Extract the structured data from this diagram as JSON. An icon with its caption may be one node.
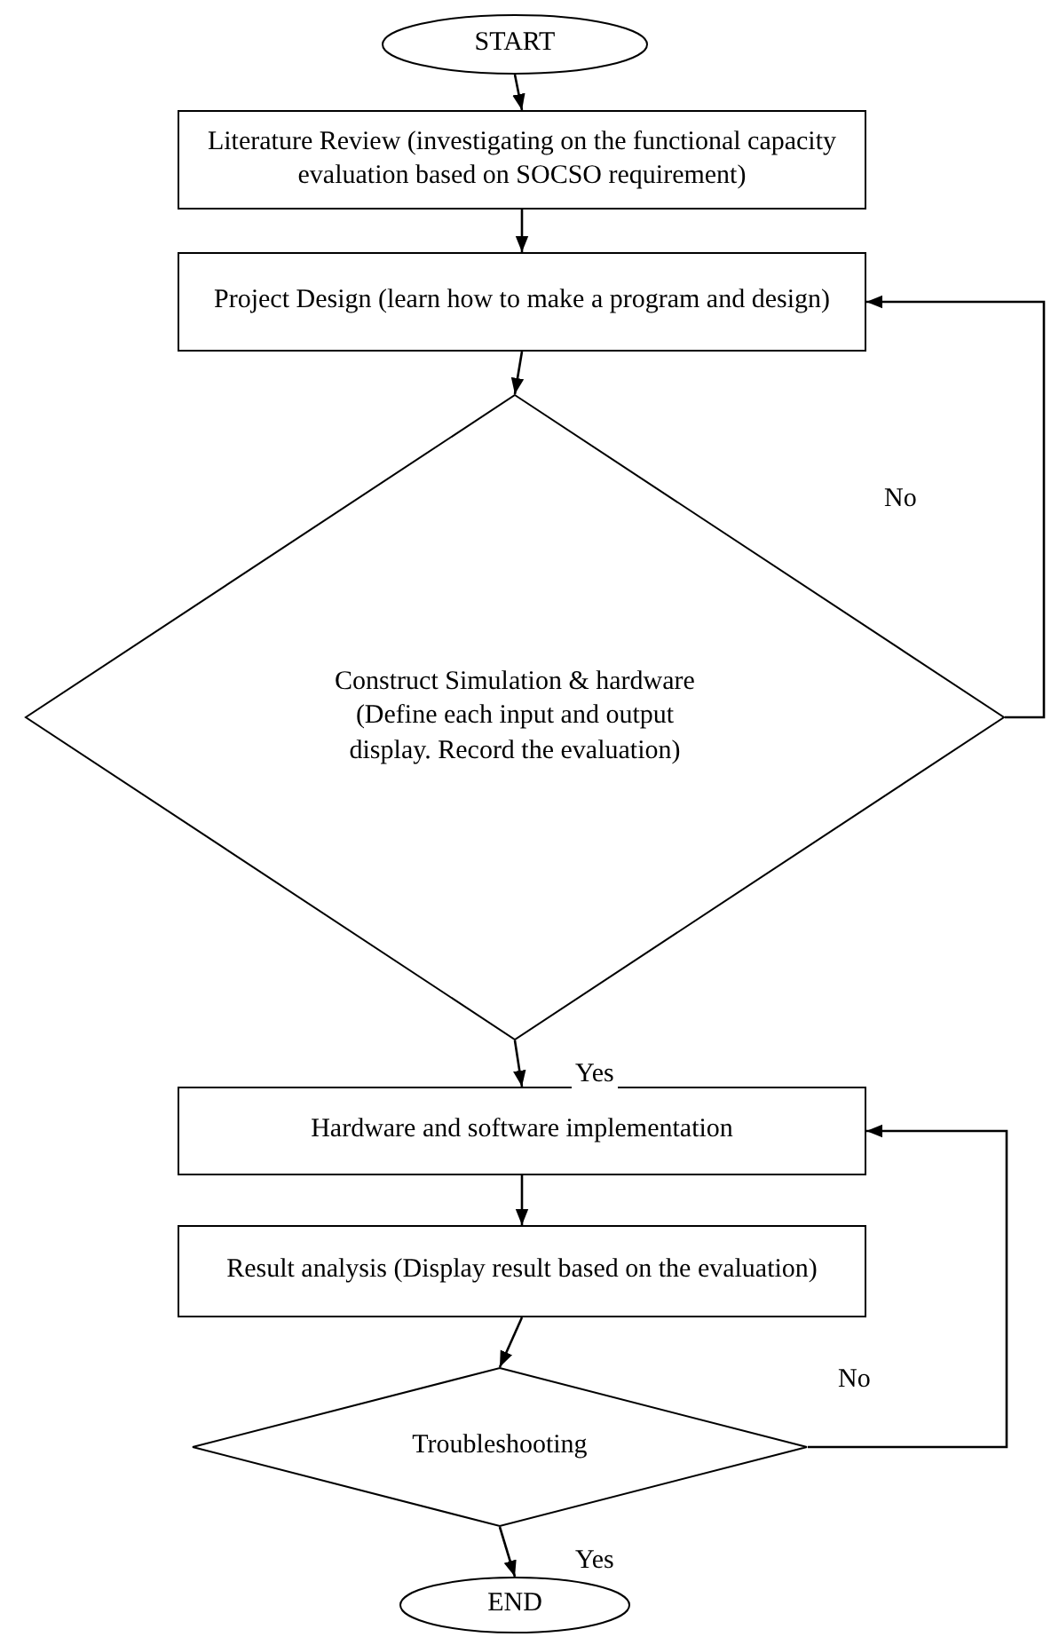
{
  "diagram": {
    "nodes": [
      {
        "text": [
          "START"
        ]
      },
      {
        "text": [
          "Literature Review (investigating on the functional capacity evaluation based on SOCSO requirement)"
        ]
      },
      {
        "text": [
          "Project Design (learn how to make a program and design)"
        ]
      },
      {
        "text": [
          "Construct Simulation & hardware (Define each input and output display. Record the evaluation)"
        ]
      },
      {
        "text": [
          "Hardware and software implementation"
        ]
      },
      {
        "text": [
          "Result analysis (Display result based on the evaluation)"
        ]
      },
      {
        "text": [
          "Troubleshooting"
        ]
      },
      {
        "text": [
          "END"
        ]
      }
    ],
    "edges": [
      {
        "from": 0,
        "to": 1,
        "arrow": "to"
      },
      {
        "from": 1,
        "to": 2,
        "arrow": "to"
      },
      {
        "from": 2,
        "to": 3,
        "arrow": "to"
      },
      {
        "from": 3,
        "to": 4,
        "arrow": "to",
        "label": "Yes"
      },
      {
        "from": 3,
        "to": 2,
        "arrow": "to",
        "label": "No"
      },
      {
        "from": 4,
        "to": 5,
        "arrow": "to"
      },
      {
        "from": 5,
        "to": 6,
        "arrow": "to"
      },
      {
        "from": 6,
        "to": 7,
        "arrow": "to",
        "label": "Yes"
      },
      {
        "from": 6,
        "to": 4,
        "arrow": "to",
        "label": "No"
      }
    ]
  }
}
